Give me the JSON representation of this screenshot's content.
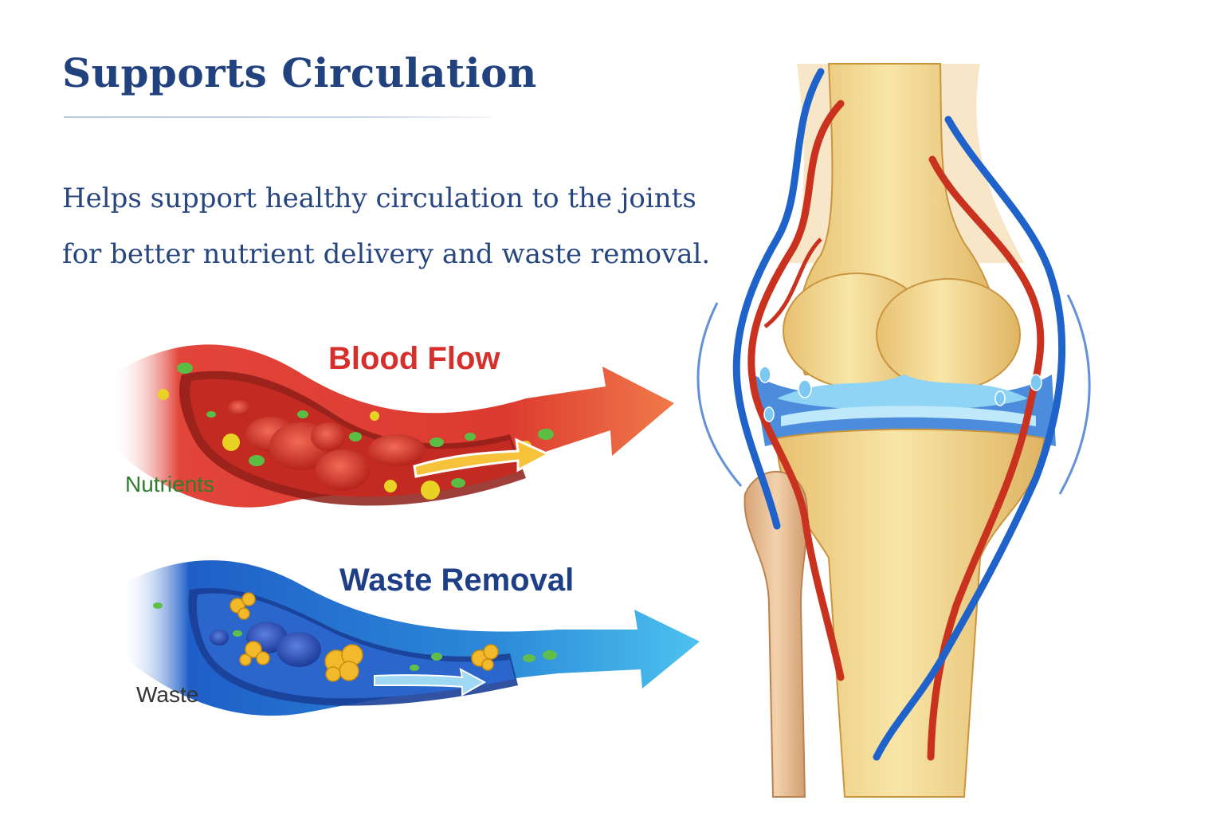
{
  "title": "Supports Circulation",
  "description": "Helps support healthy circulation to the joints for better nutrient delivery and waste removal.",
  "blood_flow": {
    "heading": "Blood Flow",
    "label": "Nutrients"
  },
  "waste_removal": {
    "heading": "Waste Removal",
    "label": "Waste"
  },
  "colors": {
    "title": "#22427f",
    "blood_heading": "#d6302c",
    "waste_heading": "#1e3f86",
    "nutrients_label": "#2f7d2f",
    "artery_red": "#d9342b",
    "vein_blue": "#1f62c9",
    "bone_yellow": "#f3dc96"
  }
}
